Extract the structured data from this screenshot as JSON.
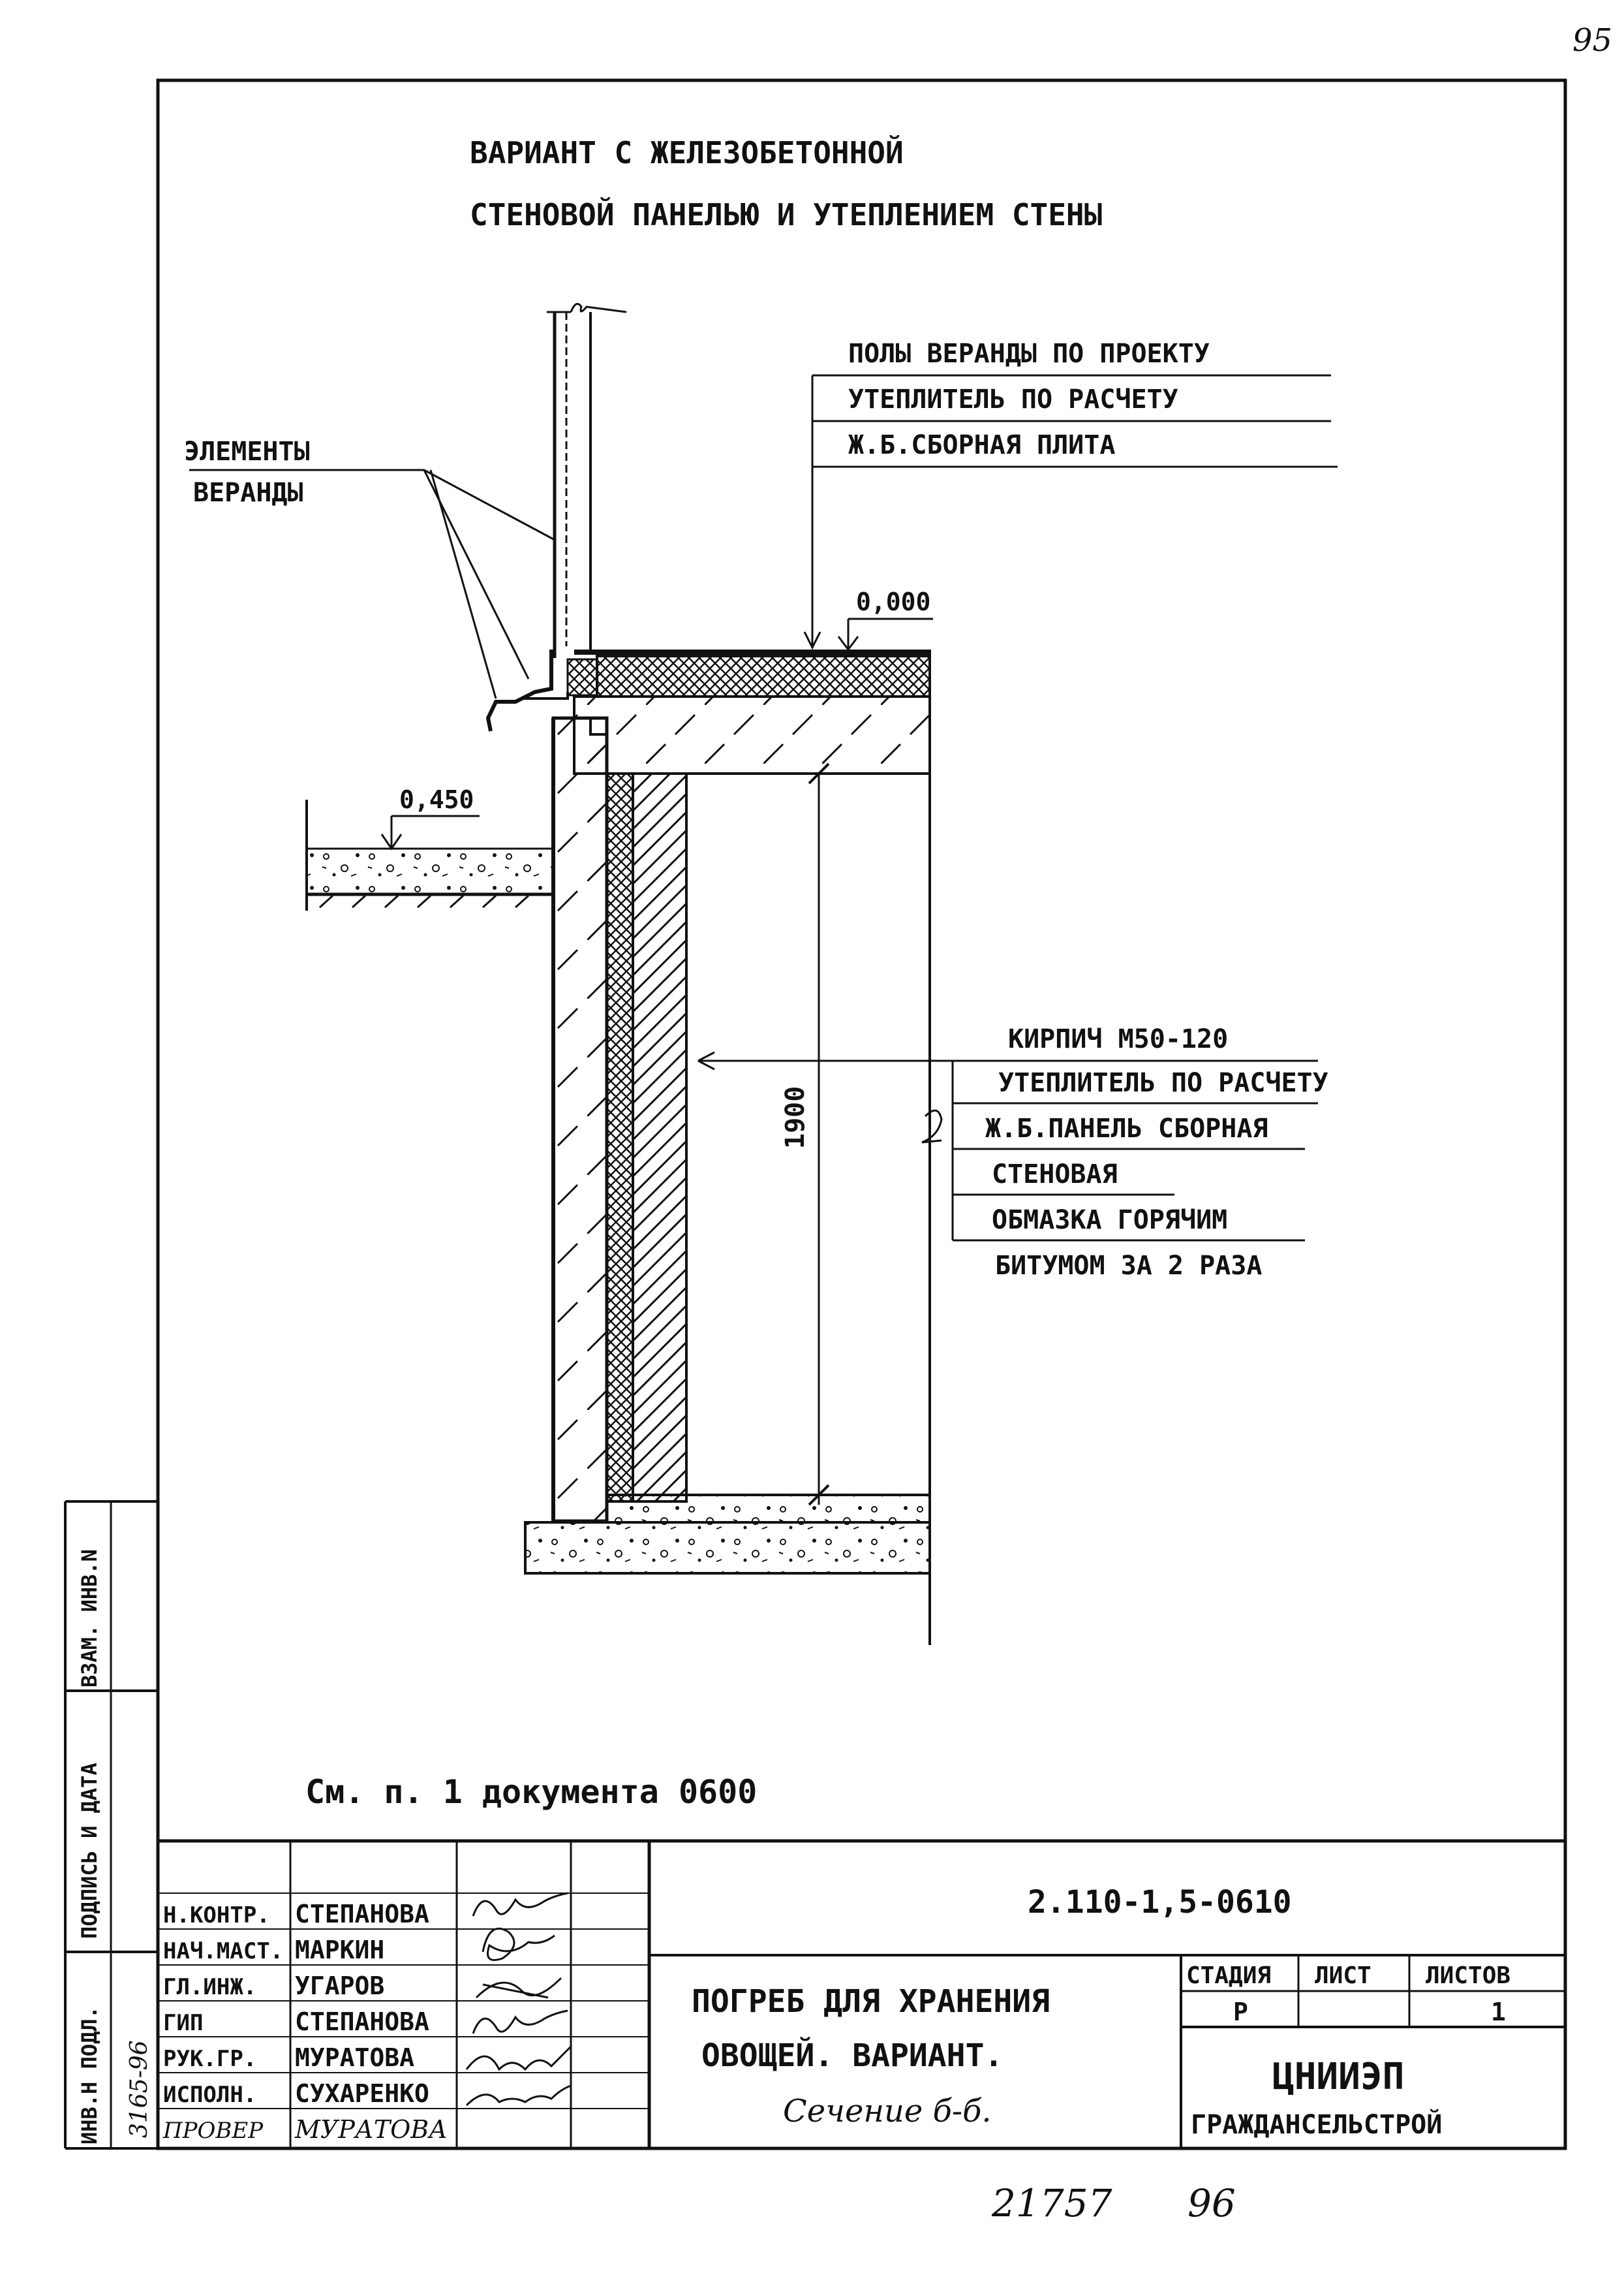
{
  "page_number": "95",
  "title": {
    "line1": "ВАРИАНТ   С   ЖЕЛЕЗОБЕТОННОЙ",
    "line2": "СТЕНОВОЙ   ПАНЕЛЬЮ  И УТЕПЛЕНИЕМ   СТЕНЫ"
  },
  "labels": {
    "veranda_elements_1": "ЭЛЕМЕНТЫ",
    "veranda_elements_2": "ВЕРАНДЫ",
    "floor_1": "ПОЛЫ ВЕРАНДЫ ПО ПРОЕКТУ",
    "floor_2": "УТЕПЛИТЕЛЬ ПО РАСЧЕТУ",
    "floor_3": "Ж.Б.СБОРНАЯ ПЛИТА",
    "mark_zero": "0,000",
    "mark_ground": "0,450",
    "dimension": "1900",
    "wall_1": "КИРПИЧ М50-120",
    "wall_2": "УТЕПЛИТЕЛЬ ПО РАСЧЕТУ",
    "wall_3": "Ж.Б.ПАНЕЛЬ СБОРНАЯ",
    "wall_4": "СТЕНОВАЯ",
    "wall_5": "ОБМАЗКА ГОРЯЧИМ",
    "wall_6": "БИТУМОМ ЗА 2 РАЗА",
    "note": "См. п. 1 документа 0600"
  },
  "side_stamp": {
    "inv_orig": "ИНВ.Н ПОДЛ.",
    "inv_orig_value": "3165-96",
    "sign_date": "ПОДПИСЬ И ДАТА",
    "replace_inv": "ВЗАМ. ИНВ.N"
  },
  "title_block": {
    "doc_code": "2.110-1,5-0610",
    "roles": [
      {
        "role": "Н.КОНТР.",
        "name": "СТЕПАНОВА"
      },
      {
        "role": "НАЧ.МАСТ.",
        "name": "МАРКИН"
      },
      {
        "role": "ГЛ.ИНЖ.",
        "name": "УГАРОВ"
      },
      {
        "role": "ГИП",
        "name": "СТЕПАНОВА"
      },
      {
        "role": "РУК.ГР.",
        "name": "МУРАТОВА"
      },
      {
        "role": "ИСПОЛН.",
        "name": "СУХАРЕНКО"
      },
      {
        "role": "ПРОВЕР",
        "name": "МУРАТОВА"
      }
    ],
    "sheet_title_1": "ПОГРЕБ ДЛЯ ХРАНЕНИЯ",
    "sheet_title_2": "ОВОЩЕЙ. ВАРИАНТ.",
    "sheet_title_3": "Сечение б-б.",
    "stage_header": "СТАДИЯ",
    "sheet_header": "ЛИСТ",
    "sheets_header": "ЛИСТОВ",
    "stage_value": "Р",
    "sheet_value": "",
    "sheets_value": "1",
    "org_1": "ЦНИИЭП",
    "org_2": "ГРАЖДАНСЕЛЬСТРОЙ"
  },
  "bottom_numbers": {
    "left": "21757",
    "right": "96"
  }
}
